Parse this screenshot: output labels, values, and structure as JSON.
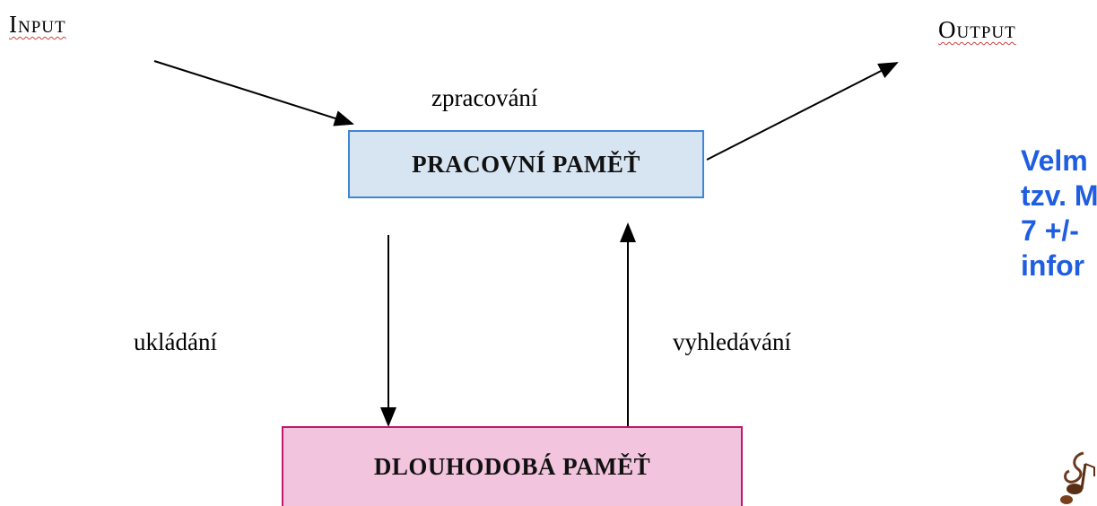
{
  "diagram": {
    "input_label": "Input",
    "output_label": "Output",
    "working_memory": "PRACOVNÍ PAMĚŤ",
    "long_term_memory": "DLOUHODOBÁ PAMĚŤ",
    "edges": {
      "processing": "zpracování",
      "storing": "ukládání",
      "retrieval": "vyhledávání"
    }
  },
  "note": {
    "lines": [
      "Velm",
      "tzv. M",
      "7 +/-",
      "infor"
    ],
    "color": "#1f5ee0"
  },
  "colors": {
    "working_fill": "#d7e4f1",
    "working_border": "#3f86d4",
    "longterm_fill": "#f2c4dd",
    "longterm_border": "#c2186b"
  },
  "icons": {
    "corner_clipart": "note-clipart-icon"
  }
}
